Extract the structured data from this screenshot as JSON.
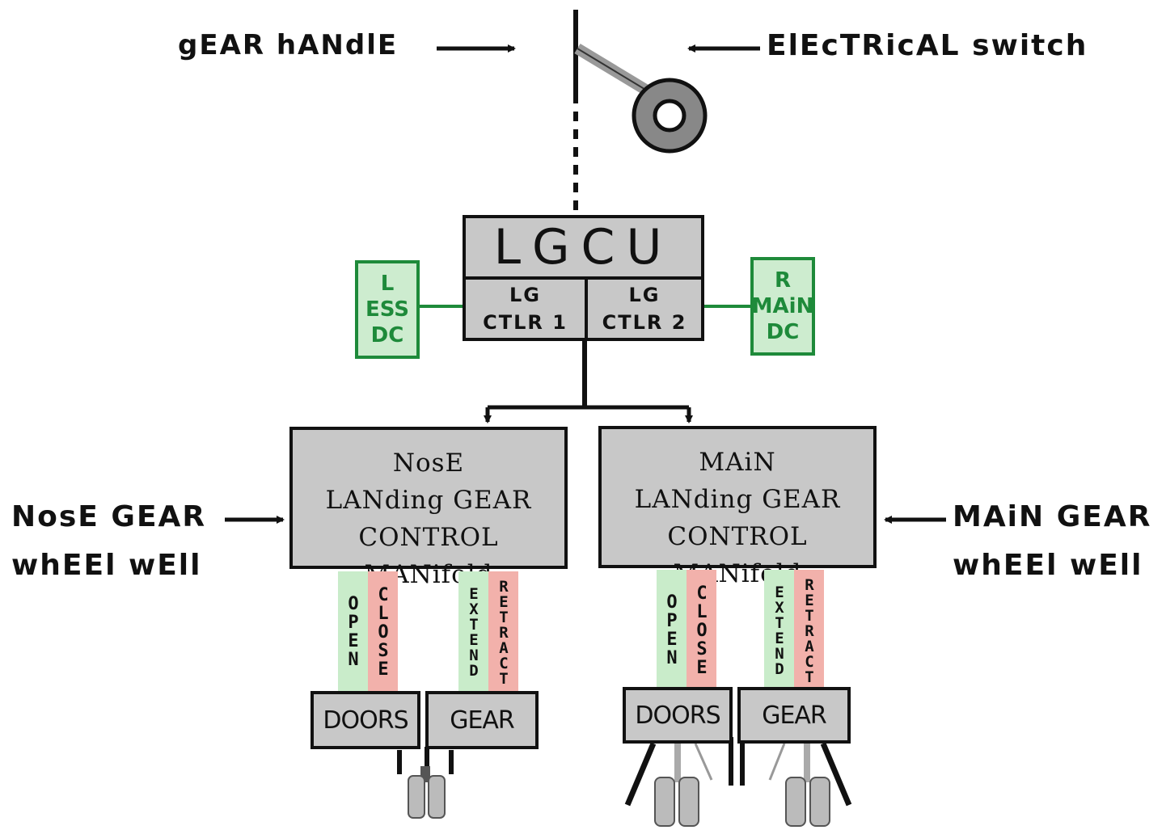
{
  "labels": {
    "gear_handle": "gEAR hANdlE",
    "electrical_switch": "ElEcTRicAL switch",
    "nose_gear_wheel_well_line1": "NosE GEAR",
    "nose_gear_wheel_well_line2": "whEEl wEll",
    "main_gear_wheel_well_line1": "MAiN GEAR",
    "main_gear_wheel_well_line2": "whEEl wEll"
  },
  "lgcu": {
    "title": "LGCU",
    "ctlr1_line1": "LG",
    "ctlr1_line2": "CTLR 1",
    "ctlr2_line1": "LG",
    "ctlr2_line2": "CTLR 2"
  },
  "power": {
    "left_line1": "L",
    "left_line2": "ESS",
    "left_line3": "DC",
    "right_line1": "R",
    "right_line2": "MAiN",
    "right_line3": "DC"
  },
  "nose_manifold": {
    "line1": "NosE",
    "line2": "LANding GEAR",
    "line3": "CONTROL MANifold",
    "open": "OPEN",
    "close": "CLOSE",
    "extend": "EXTEND",
    "retract": "RETRACT",
    "doors": "DOORS",
    "gear": "GEAR"
  },
  "main_manifold": {
    "line1": "MAiN",
    "line2": "LANding GEAR",
    "line3": "CONTROL MANifold",
    "open": "OPEN",
    "close": "CLOSE",
    "extend": "EXTEND",
    "retract": "RETRACT",
    "doors": "DOORS",
    "gear": "GEAR"
  },
  "colors": {
    "box_fill": "#c8c8c8",
    "power_green": "#1e8a3a",
    "power_fill": "#cdeccf",
    "open_extend_fill": "#c9ecca",
    "close_retract_fill": "#f2b1ab"
  }
}
